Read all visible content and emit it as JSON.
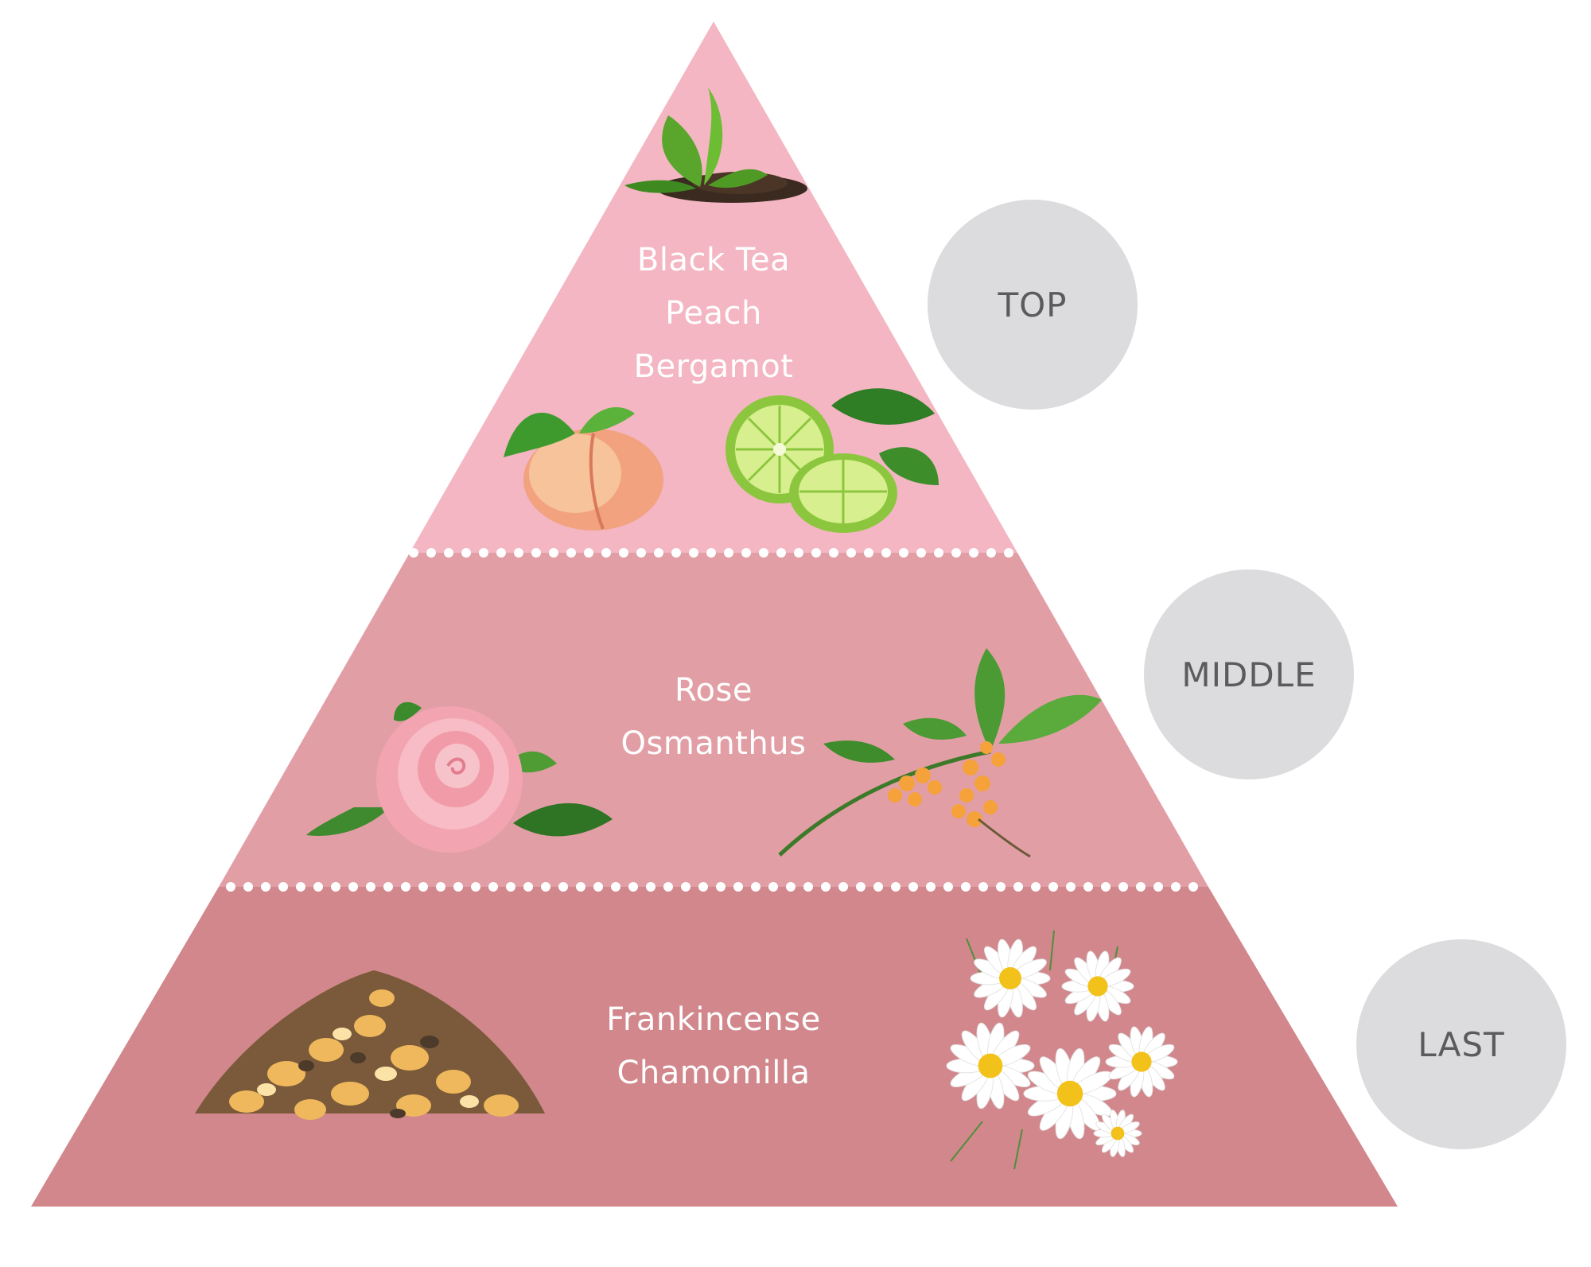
{
  "tiers": [
    {
      "label": "TOP",
      "notes": [
        "Black Tea",
        "Peach",
        "Bergamot"
      ]
    },
    {
      "label": "MIDDLE",
      "notes": [
        "Rose",
        "Osmanthus"
      ]
    },
    {
      "label": "LAST",
      "notes": [
        "Frankincense",
        "Chamomilla"
      ]
    }
  ],
  "colors": {
    "top": "#f3b6c2",
    "middle": "#e29ea5",
    "last": "#d1878b",
    "dots": "#ffffff",
    "badge": "#dcdcde",
    "badge_text": "#5b5b5d"
  },
  "icons": [
    "tea-leaves-icon",
    "peach-icon",
    "bergamot-icon",
    "rose-icon",
    "osmanthus-icon",
    "frankincense-icon",
    "chamomile-icon"
  ]
}
